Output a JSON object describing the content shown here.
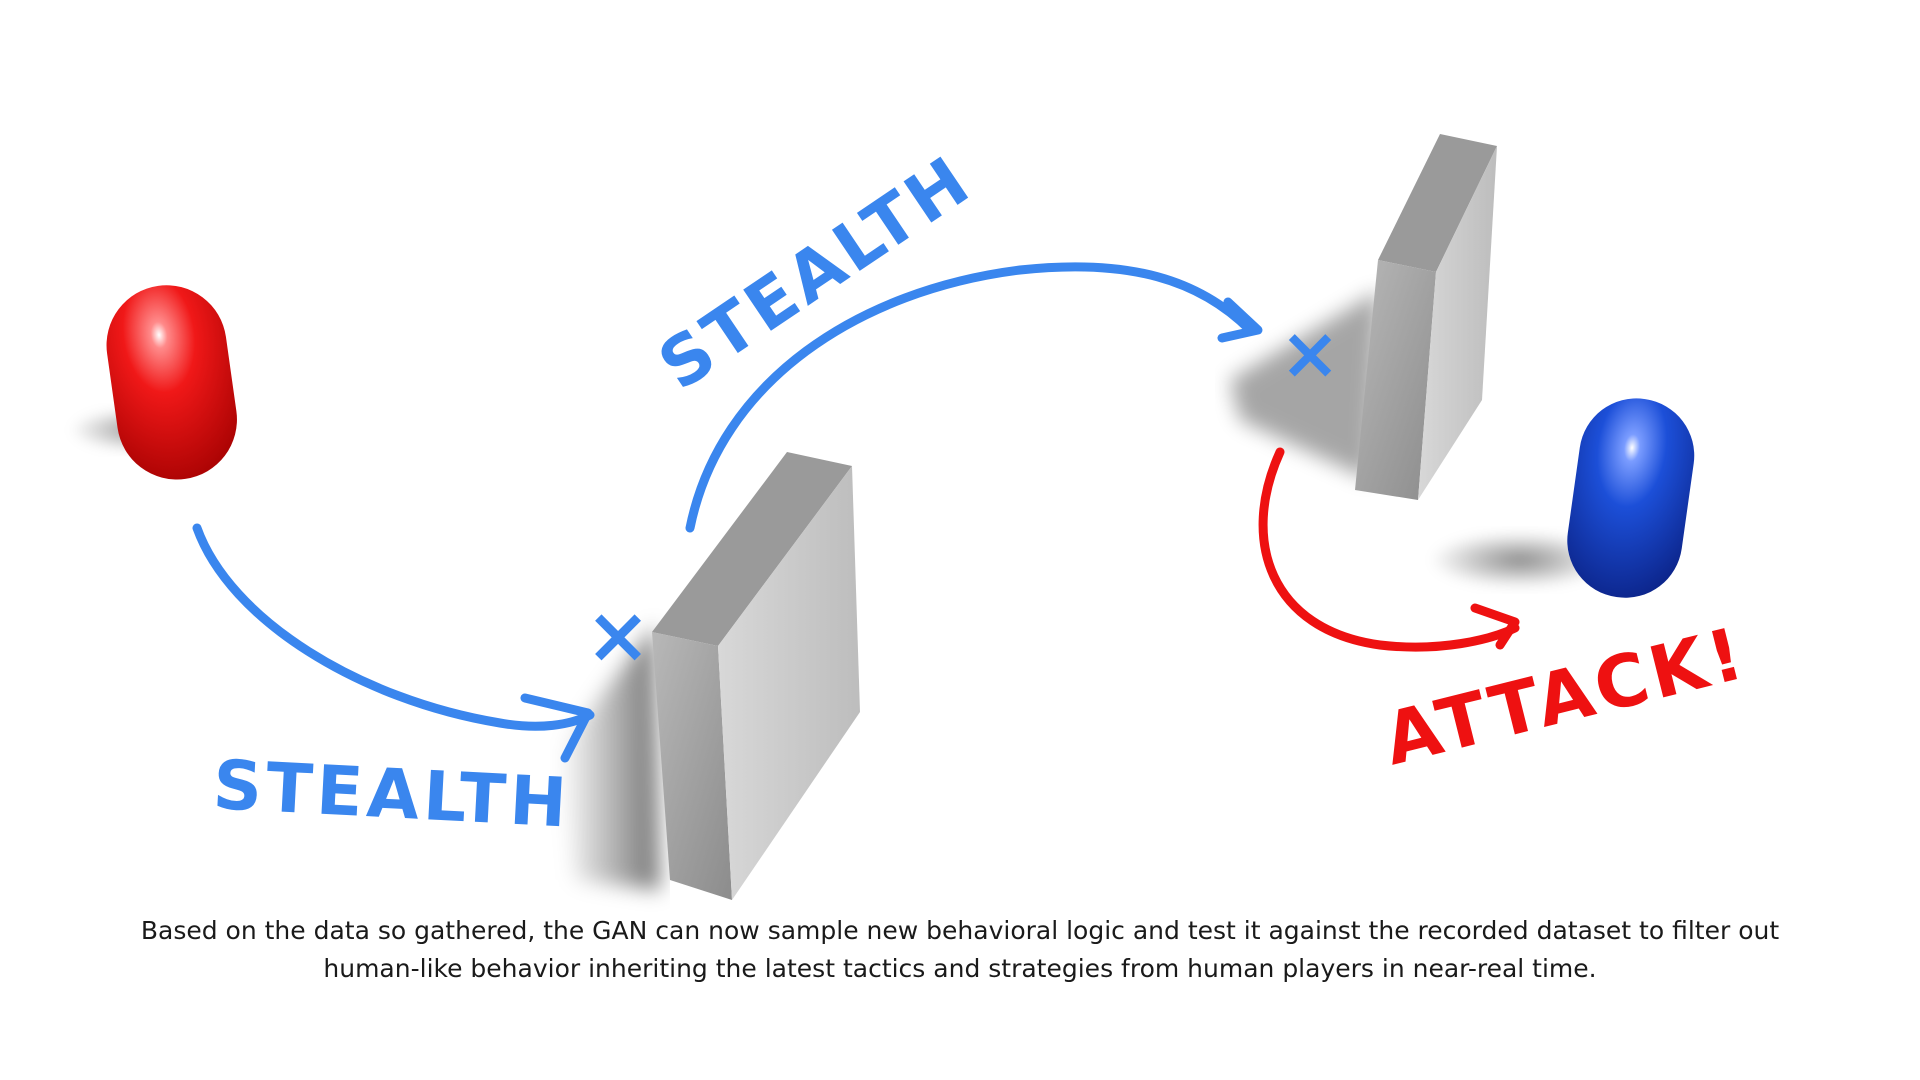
{
  "labels": {
    "stealth_1": "STEALTH",
    "stealth_2": "STEALTH",
    "attack": "ATTACK!"
  },
  "markers": {
    "waypoint_1": "×",
    "waypoint_2": "×"
  },
  "caption": "Based on the data so gathered, the GAN can now sample new behavioral logic and test it against the recorded dataset to filter out human-like behavior inheriting the latest tactics and strategies from human players in near-real time.",
  "colors": {
    "stealth_path": "#3a86ee",
    "attack_path": "#ee1111",
    "red_agent": "#e31010",
    "blue_agent": "#1542c8",
    "wall_front": "#a9a9a9",
    "wall_side": "#cfcfcf",
    "wall_top": "#8f8f8f"
  }
}
